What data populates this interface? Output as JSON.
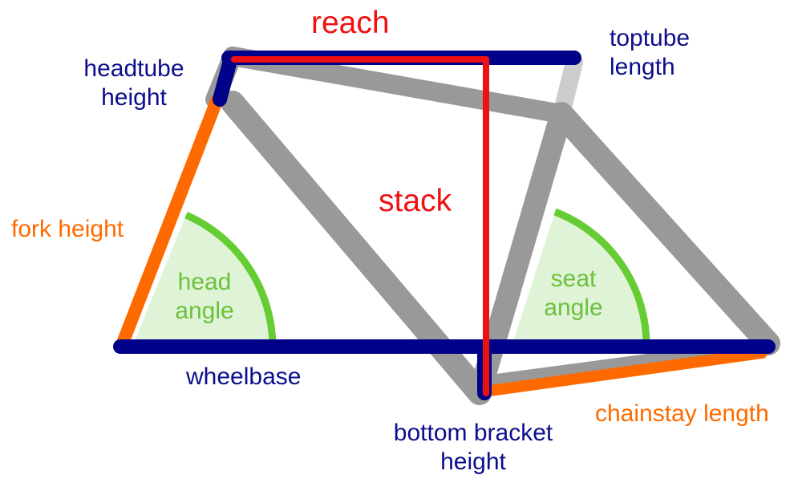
{
  "colors": {
    "frame_gray": "#999999",
    "light_gray": "#cccccc",
    "red": "#ee1111",
    "navy": "#000088",
    "orange": "#ff6a00",
    "green": "#66cc33",
    "green_fill": "#dff3d6"
  },
  "labels": {
    "reach": "reach",
    "stack": "stack",
    "toptube_line1": "toptube",
    "toptube_line2": "length",
    "headtube_line1": "headtube",
    "headtube_line2": "height",
    "fork_height": "fork height",
    "head_angle_line1": "head",
    "head_angle_line2": "angle",
    "seat_angle_line1": "seat",
    "seat_angle_line2": "angle",
    "wheelbase": "wheelbase",
    "chainstay_length": "chainstay length",
    "bb_line1": "bottom bracket",
    "bb_line2": "height"
  }
}
